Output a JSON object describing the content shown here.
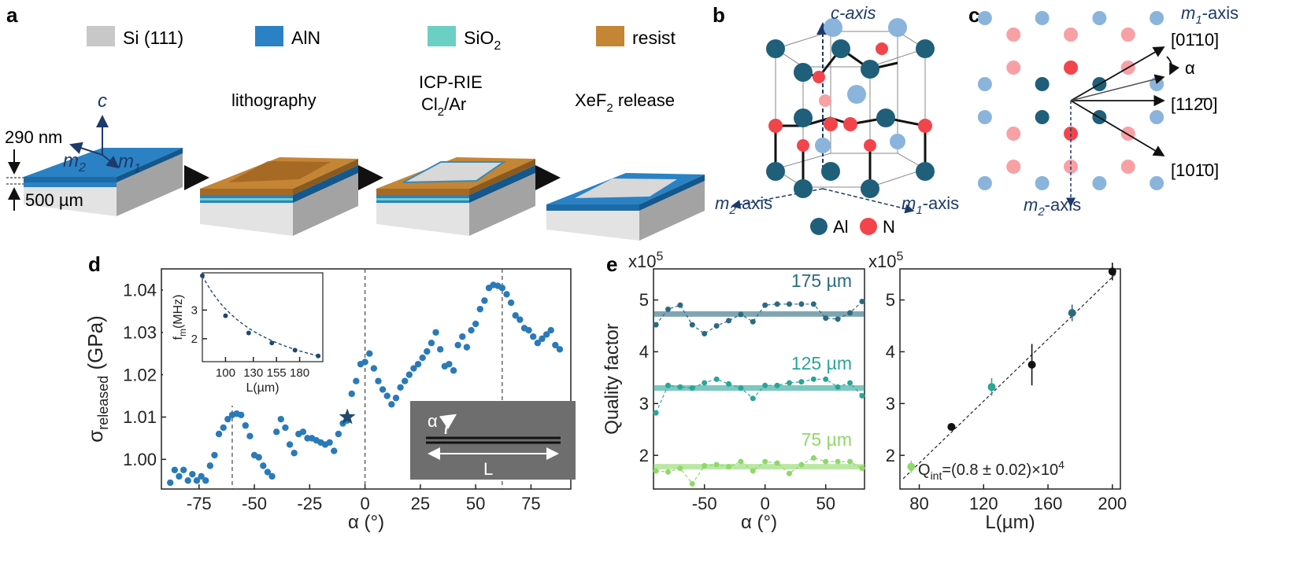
{
  "panel_labels": {
    "a": "a",
    "b": "b",
    "c": "c",
    "d": "d",
    "e": "e"
  },
  "colors": {
    "si": "#c8c8c8",
    "aln": "#2a82c4",
    "sio2": "#6ccfc4",
    "resist": "#c48535",
    "al_atom": "#1f5f7a",
    "n_atom": "#f2454b",
    "light_al": "#8ab4dc",
    "light_n": "#f7a1a5",
    "axis_navy": "#1e3a6b",
    "data_blue": "#2a7ab8",
    "q175": "#2c6a80",
    "q125": "#2aa597",
    "q75": "#8fd86a"
  },
  "panel_a": {
    "legend": [
      {
        "key": "si",
        "label": "Si (111)"
      },
      {
        "key": "aln",
        "label": "AlN"
      },
      {
        "key": "sio2",
        "label": "SiO",
        "sub": "2"
      },
      {
        "key": "resist",
        "label": "resist"
      }
    ],
    "thickness_top": "290 nm",
    "thickness_bottom": "500 µm",
    "axis_c": "c",
    "axis_m2": "m",
    "axis_m2_sub": "2",
    "axis_m1": "m",
    "axis_m1_sub": "1",
    "step1": "lithography",
    "step2_line1": "ICP-RIE",
    "step2_line2": "Cl",
    "step2_line2_sub": "2",
    "step2_line2_end": "/Ar",
    "step3": "XeF",
    "step3_sub": "2",
    "step3_end": " release"
  },
  "panel_b": {
    "c_axis": "c-axis",
    "m2_axis_pre": "m",
    "m2_axis_sub": "2",
    "m2_axis_post": "-axis",
    "m1_axis_pre": "m",
    "m1_axis_sub": "1",
    "m1_axis_post": "-axis",
    "legend_al": "Al",
    "legend_n": "N"
  },
  "panel_c": {
    "m1_axis_pre": "m",
    "m1_axis_sub": "1",
    "m1_axis_post": "-axis",
    "dir1": "[01̄10]",
    "dir2": "[112̄0]",
    "dir3": "[101̄0]",
    "alpha": "α",
    "m2_axis_pre": "m",
    "m2_axis_sub": "2",
    "m2_axis_post": "-axis"
  },
  "chart_data": [
    {
      "id": "d-main",
      "type": "scatter",
      "xlabel": "α (°)",
      "ylabel": "σ",
      "ylabel_sub": "released",
      "ylabel_unit": " (GPa)",
      "xlim": [
        -92,
        93
      ],
      "ylim": [
        0.993,
        1.045
      ],
      "xticks": [
        -75,
        -50,
        -25,
        0,
        25,
        50,
        75
      ],
      "xtick_labels": [
        "-75",
        "-50",
        "-25",
        "0",
        "25",
        "50",
        "75"
      ],
      "yticks": [
        1.0,
        1.01,
        1.02,
        1.03,
        1.04
      ],
      "ytick_labels": [
        "1.00",
        "1.01",
        "1.02",
        "1.03",
        "1.04"
      ],
      "vlines": [
        -60,
        0,
        62
      ],
      "star": {
        "x": -8,
        "y": 1.01
      },
      "x": [
        -88,
        -86,
        -84,
        -82,
        -80,
        -78,
        -76,
        -74,
        -72,
        -70,
        -68,
        -66,
        -64,
        -62,
        -60,
        -58,
        -56,
        -54,
        -52,
        -50,
        -48,
        -46,
        -44,
        -42,
        -40,
        -38,
        -36,
        -34,
        -32,
        -30,
        -28,
        -26,
        -24,
        -22,
        -20,
        -18,
        -16,
        -14,
        -12,
        -10,
        -8,
        -6,
        -4,
        -2,
        0,
        2,
        4,
        6,
        8,
        10,
        12,
        14,
        16,
        18,
        20,
        22,
        24,
        26,
        28,
        30,
        32,
        34,
        36,
        38,
        40,
        42,
        44,
        46,
        48,
        50,
        52,
        54,
        56,
        58,
        60,
        62,
        64,
        66,
        68,
        70,
        72,
        74,
        76,
        78,
        80,
        82,
        84,
        86,
        88
      ],
      "y": [
        0.9945,
        0.9975,
        0.996,
        0.9975,
        0.995,
        0.9965,
        0.995,
        0.996,
        0.995,
        0.9985,
        1.001,
        1.006,
        1.0075,
        1.0095,
        1.0105,
        1.0108,
        1.0105,
        1.008,
        1.0055,
        1.001,
        1.0005,
        0.9985,
        0.997,
        0.996,
        1.0065,
        1.0095,
        1.0075,
        1.0035,
        1.0015,
        1.006,
        1.0065,
        1.005,
        1.005,
        1.0045,
        1.004,
        1.0035,
        1.004,
        1.002,
        1.006,
        1.0085,
        1.0092,
        1.0155,
        1.0185,
        1.0225,
        1.023,
        1.025,
        1.0215,
        1.0185,
        1.0165,
        1.015,
        1.013,
        1.0145,
        1.017,
        1.0185,
        1.02,
        1.0215,
        1.0225,
        1.024,
        1.0255,
        1.0275,
        1.03,
        1.026,
        1.022,
        1.0225,
        1.021,
        1.027,
        1.029,
        1.0265,
        1.0305,
        1.032,
        1.0355,
        1.0375,
        1.0405,
        1.0412,
        1.041,
        1.0405,
        1.039,
        1.037,
        1.034,
        1.033,
        1.031,
        1.0305,
        1.029,
        1.0275,
        1.0285,
        1.0295,
        1.0305,
        1.027,
        1.026
      ]
    },
    {
      "id": "d-inset",
      "type": "scatter",
      "xlabel": "L(µm)",
      "ylabel": "f",
      "ylabel_sub": "m",
      "ylabel_unit": "(MHz)",
      "xlim": [
        75,
        205
      ],
      "ylim": [
        1.2,
        4.3
      ],
      "xticks": [
        100,
        130,
        155,
        180
      ],
      "xtick_labels": [
        "100",
        "130",
        "155",
        "180"
      ],
      "yticks": [
        2,
        3
      ],
      "ytick_labels": [
        "2",
        "3"
      ],
      "x": [
        75,
        100,
        125,
        150,
        175,
        200
      ],
      "y": [
        4.2,
        2.8,
        2.2,
        1.85,
        1.6,
        1.4
      ],
      "fit": true
    },
    {
      "id": "e-left",
      "type": "line",
      "xlabel": "α (°)",
      "ylabel": "Quality factor",
      "yunit": "x10",
      "yunit_exp": "5",
      "xlim": [
        -92,
        82
      ],
      "ylim": [
        1.35,
        5.6
      ],
      "xticks": [
        -50,
        0,
        50
      ],
      "xtick_labels": [
        "-50",
        "0",
        "50"
      ],
      "yticks": [
        2,
        3,
        4,
        5
      ],
      "ytick_labels": [
        "2",
        "3",
        "4",
        "5"
      ],
      "series": [
        {
          "name": "175 µm",
          "colorKey": "q175",
          "mean": 4.73,
          "x": [
            -90,
            -80,
            -70,
            -60,
            -50,
            -40,
            -30,
            -20,
            -10,
            0,
            10,
            20,
            30,
            40,
            50,
            60,
            70,
            80
          ],
          "y": [
            4.52,
            4.82,
            4.9,
            4.52,
            4.35,
            4.5,
            4.6,
            4.72,
            4.58,
            4.9,
            4.92,
            4.92,
            4.92,
            4.92,
            4.65,
            4.63,
            4.75,
            4.97
          ]
        },
        {
          "name": "125 µm",
          "colorKey": "q125",
          "mean": 3.3,
          "x": [
            -90,
            -80,
            -70,
            -60,
            -50,
            -40,
            -30,
            -20,
            -10,
            0,
            10,
            20,
            30,
            40,
            50,
            60,
            70,
            80
          ],
          "y": [
            2.82,
            3.35,
            3.32,
            3.3,
            3.4,
            3.47,
            3.38,
            3.3,
            3.1,
            3.35,
            3.35,
            3.4,
            3.42,
            3.47,
            3.47,
            3.32,
            3.4,
            3.15
          ]
        },
        {
          "name": "75 µm",
          "colorKey": "q75",
          "mean": 1.78,
          "x": [
            -90,
            -80,
            -70,
            -60,
            -50,
            -40,
            -30,
            -20,
            -10,
            0,
            10,
            20,
            30,
            40,
            50,
            60,
            70,
            80
          ],
          "y": [
            1.7,
            1.68,
            1.75,
            1.45,
            1.8,
            1.82,
            1.78,
            1.88,
            1.7,
            1.88,
            1.85,
            1.65,
            1.82,
            1.95,
            1.88,
            1.88,
            1.88,
            1.75
          ]
        }
      ]
    },
    {
      "id": "e-right",
      "type": "scatter",
      "xlabel": "L(µm)",
      "yunit": "x10",
      "yunit_exp": "5",
      "xlim": [
        68,
        205
      ],
      "ylim": [
        1.35,
        5.6
      ],
      "xticks": [
        80,
        120,
        160,
        200
      ],
      "xtick_labels": [
        "80",
        "120",
        "160",
        "200"
      ],
      "yticks": [
        2,
        3,
        4,
        5
      ],
      "ytick_labels": [
        "2",
        "3",
        "4",
        "5"
      ],
      "annotation_pre": "Q",
      "annotation_sub": "int",
      "annotation_post": "=(0.8 ± 0.02)×10",
      "annotation_exp": "4",
      "points": [
        {
          "x": 75,
          "y": 1.78,
          "err": 0.12,
          "colorKey": "q75"
        },
        {
          "x": 100,
          "y": 2.55,
          "err": 0.05,
          "colorKey": "black"
        },
        {
          "x": 125,
          "y": 3.32,
          "err": 0.17,
          "colorKey": "q125"
        },
        {
          "x": 150,
          "y": 3.75,
          "err": 0.4,
          "colorKey": "black"
        },
        {
          "x": 175,
          "y": 4.75,
          "err": 0.16,
          "colorKey": "q175"
        },
        {
          "x": 200,
          "y": 5.55,
          "err": 0.17,
          "colorKey": "black"
        }
      ],
      "fit_line": {
        "x0": 70,
        "y0": 1.55,
        "x1": 202,
        "y1": 5.5
      }
    }
  ],
  "inset_image": {
    "alpha": "α",
    "length": "L"
  }
}
